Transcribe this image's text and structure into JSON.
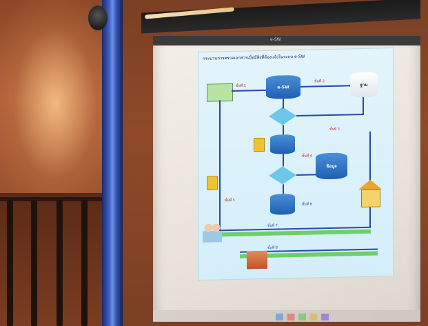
{
  "scene": {
    "description_type": "photo-of-projection-screen"
  },
  "slide": {
    "title": "กระบวนการตรวจเอกสารเมื่อมีสิ่งที่ต้องแจ้งในระบบ e-SW",
    "nodes": {
      "top_db": "e-SW",
      "right_db": "ฐาน",
      "mid_db": "",
      "lower_db": "",
      "right_mid_db": "ข้อมูล"
    },
    "labels": {
      "l1": "ขั้นที่ 1",
      "l2": "ขั้นที่ 2",
      "l3": "ขั้นที่ 3",
      "l4": "ขั้นที่ 4",
      "l5": "ขั้นที่ 5",
      "l6": "ขั้นที่ 6",
      "l7": "ขั้นที่ 7",
      "l8": "ขั้นที่ 8"
    }
  },
  "screen": {
    "top_title": "e-SW"
  },
  "colors": {
    "slide_bg": "#d4eef9",
    "flow": "#2448a8",
    "accent_yellow": "#f2c230",
    "pillar_blue": "#3f61c4"
  }
}
